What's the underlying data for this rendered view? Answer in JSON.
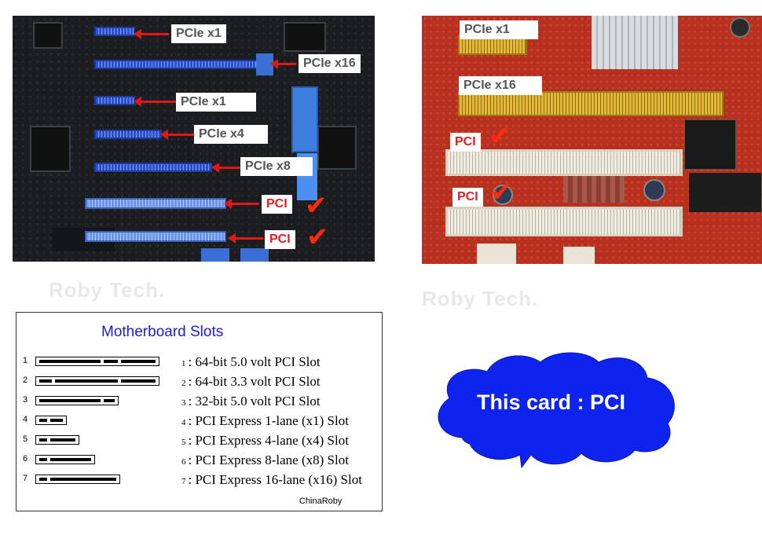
{
  "photo_left": {
    "labels": {
      "pcie_x1_top": "PCIe x1",
      "pcie_x16": "PCIe x16",
      "pcie_x1_mid": "PCIe x1",
      "pcie_x4": "PCIe x4",
      "pcie_x8": "PCIe x8",
      "pci_1": "PCI",
      "pci_2": "PCI"
    },
    "check_glyph": "✔"
  },
  "photo_right": {
    "labels": {
      "pcie_x1": "PCIe x1",
      "pcie_x16": "PCIe x16",
      "pci_1": "PCI",
      "pci_2": "PCI"
    },
    "check_glyph": "✔"
  },
  "watermark": "Roby Tech.",
  "legend": {
    "title": "Motherboard Slots",
    "rows": [
      {
        "num": "1",
        "idx": "1",
        "text": ": 64-bit 5.0 volt PCI Slot"
      },
      {
        "num": "2",
        "idx": "2",
        "text": ": 64-bit 3.3 volt PCI Slot"
      },
      {
        "num": "3",
        "idx": "3",
        "text": ": 32-bit 5.0 volt PCI Slot"
      },
      {
        "num": "4",
        "idx": "4",
        "text": ": PCI Express 1-lane (x1) Slot"
      },
      {
        "num": "5",
        "idx": "5",
        "text": ": PCI Express 4-lane (x4) Slot"
      },
      {
        "num": "6",
        "idx": "6",
        "text": ": PCI Express 8-lane (x8) Slot"
      },
      {
        "num": "7",
        "idx": "7",
        "text": ": PCI Express 16-lane (x16) Slot"
      }
    ],
    "footer": "ChinaRoby"
  },
  "cloud": {
    "text": "This card : PCI",
    "color": "#0f23ee"
  },
  "colors": {
    "accent_red": "#e01818",
    "legend_title": "#1d1dd8"
  }
}
